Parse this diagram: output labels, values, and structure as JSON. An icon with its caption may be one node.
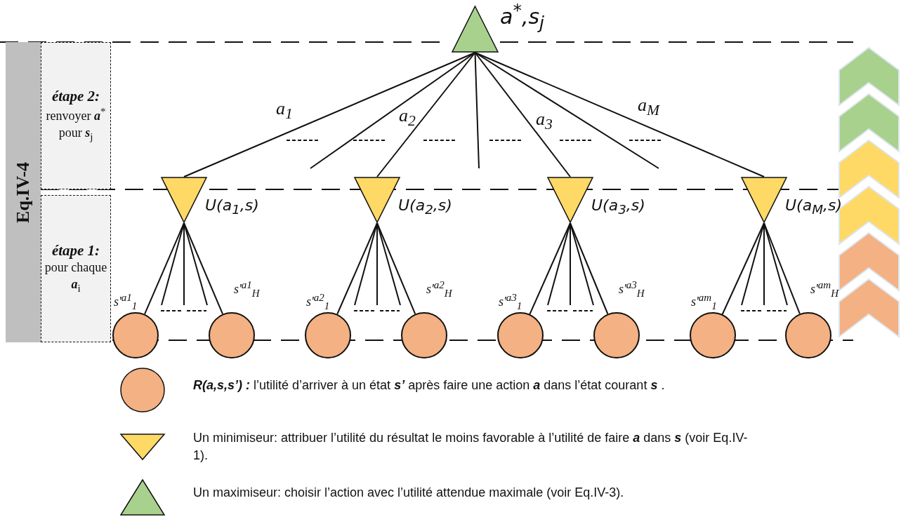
{
  "diagram": {
    "nodes": [
      {
        "text": [
          "Eq.IV-4"
        ]
      },
      {
        "text": [
          "étape 2:",
          "renvoyer **a**$^{*}$ pour **s**$_{j}$"
        ]
      },
      {
        "text": [
          "étape 1:",
          "pour chaque **a**$_{i}$"
        ]
      },
      {
        "text": [],
        "shape": "triangle",
        "beside": [
          "a$^{*}$,s$_{j}$"
        ]
      },
      {
        "text": [],
        "shape": "triangle",
        "beside": [
          "U(a$_{1}$,s)"
        ]
      },
      {
        "text": [],
        "shape": "triangle",
        "beside": [
          "U(a$_{2}$,s)"
        ]
      },
      {
        "text": [],
        "shape": "triangle",
        "beside": [
          "U(a$_{3}$,s)"
        ]
      },
      {
        "text": [],
        "shape": "triangle",
        "beside": [
          "U(a$_{M}$,s)"
        ]
      },
      {
        "text": [],
        "shape": "circle",
        "beside": [
          "s'$^{a1}$$_{1}$"
        ]
      },
      {
        "text": [],
        "shape": "circle",
        "beside": [
          "s'$^{a1}$$_{H}$"
        ]
      },
      {
        "text": [],
        "shape": "circle",
        "beside": [
          "s'$^{a2}$$_{1}$"
        ]
      },
      {
        "text": [],
        "shape": "circle",
        "beside": [
          "s'$^{a2}$$_{H}$"
        ]
      },
      {
        "text": [],
        "shape": "circle",
        "beside": [
          "s'$^{a3}$$_{1}$"
        ]
      },
      {
        "text": [],
        "shape": "circle",
        "beside": [
          "s'$^{a3}$$_{H}$"
        ]
      },
      {
        "text": [],
        "shape": "circle",
        "beside": [
          "s'$^{am}$$_{1}$"
        ]
      },
      {
        "text": [],
        "shape": "circle",
        "beside": [
          "s'$^{am}$$_{H}$"
        ]
      }
    ],
    "edges": [
      {
        "from": 3,
        "to": 4,
        "arrow": "none",
        "label": "a$_{1}$"
      },
      {
        "from": 3,
        "to": null,
        "arrow": "none"
      },
      {
        "from": 3,
        "to": 5,
        "arrow": "none",
        "label": "a$_{2}$"
      },
      {
        "from": 3,
        "to": null,
        "arrow": "none"
      },
      {
        "from": 3,
        "to": 6,
        "arrow": "none",
        "label": "a$_{3}$"
      },
      {
        "from": 3,
        "to": null,
        "arrow": "none"
      },
      {
        "from": 3,
        "to": 7,
        "arrow": "none",
        "label": "a$_{M}$"
      },
      {
        "from": 4,
        "to": 8,
        "arrow": "none"
      },
      {
        "from": 4,
        "to": null,
        "arrow": "none"
      },
      {
        "from": 4,
        "to": null,
        "arrow": "none"
      },
      {
        "from": 4,
        "to": null,
        "arrow": "none"
      },
      {
        "from": 4,
        "to": 9,
        "arrow": "none"
      },
      {
        "from": 5,
        "to": 10,
        "arrow": "none"
      },
      {
        "from": 5,
        "to": null,
        "arrow": "none"
      },
      {
        "from": 5,
        "to": null,
        "arrow": "none"
      },
      {
        "from": 5,
        "to": null,
        "arrow": "none"
      },
      {
        "from": 5,
        "to": 11,
        "arrow": "none"
      },
      {
        "from": 6,
        "to": 12,
        "arrow": "none"
      },
      {
        "from": 6,
        "to": null,
        "arrow": "none"
      },
      {
        "from": 6,
        "to": null,
        "arrow": "none"
      },
      {
        "from": 6,
        "to": null,
        "arrow": "none"
      },
      {
        "from": 6,
        "to": 13,
        "arrow": "none"
      },
      {
        "from": 7,
        "to": 14,
        "arrow": "none"
      },
      {
        "from": 7,
        "to": null,
        "arrow": "none"
      },
      {
        "from": 7,
        "to": null,
        "arrow": "none"
      },
      {
        "from": 7,
        "to": null,
        "arrow": "none"
      },
      {
        "from": 7,
        "to": 15,
        "arrow": "none"
      }
    ],
    "legend": [
      {
        "text": "**R(a,s,s’) :** l’utilité d’arriver à un état **s’** après faire une action **a** dans l’état courant **s** ."
      },
      {
        "text": "Un minimiseur: attribuer l’utilité du résultat le moins favorable à l’utilité de faire **a** dans **s** (voir Eq.IV-1)."
      },
      {
        "text": "Un maximiseur: choisir l’action avec l’utilité attendue maximale (voir Eq.IV-3)."
      }
    ]
  }
}
